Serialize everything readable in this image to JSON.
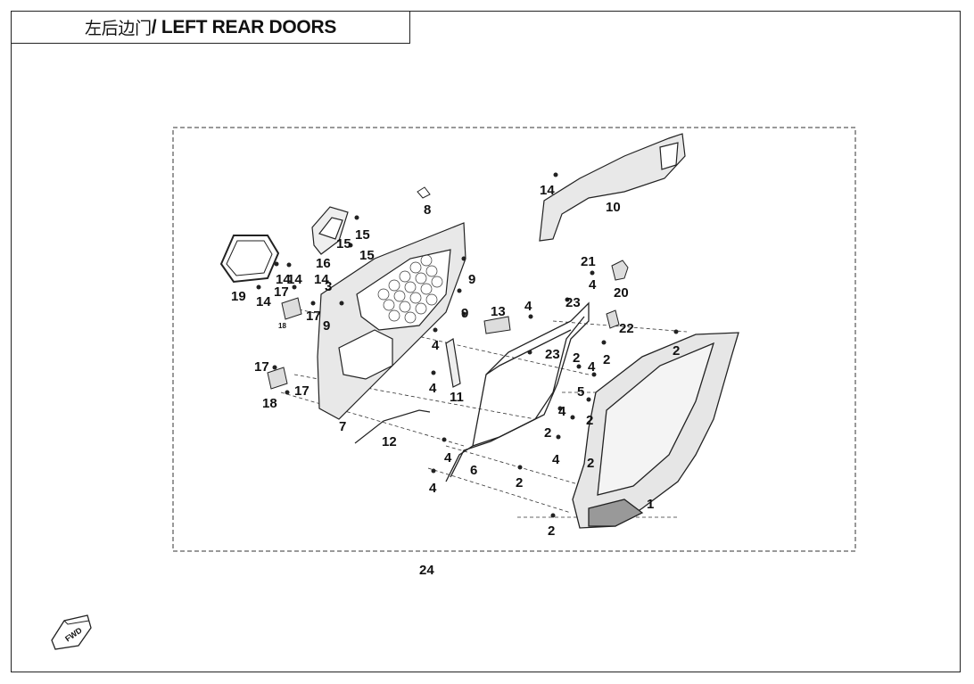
{
  "title": {
    "cn": "左后边门",
    "en": "/ LEFT REAR DOORS"
  },
  "fwd_badge": "FWD",
  "callouts": [
    "1",
    "2",
    "3",
    "4",
    "5",
    "6",
    "7",
    "8",
    "9",
    "10",
    "11",
    "12",
    "13",
    "14",
    "15",
    "16",
    "17",
    "18",
    "19",
    "20",
    "21",
    "22",
    "23",
    "24"
  ]
}
